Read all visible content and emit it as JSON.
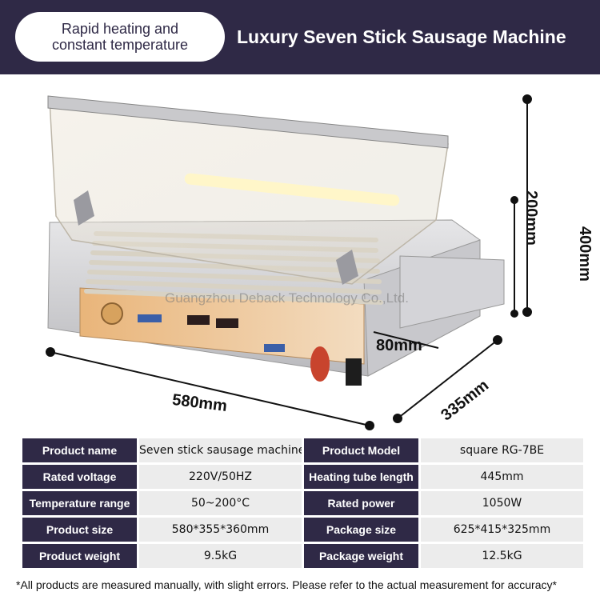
{
  "banner": {
    "tagline_line1": "Rapid heating and",
    "tagline_line2": "constant temperature",
    "title": "Luxury Seven Stick Sausage Machine"
  },
  "image": {
    "watermark": "Guangzhou Deback Technology Co.,Ltd.",
    "dimensions": {
      "width": "580mm",
      "depth": "335mm",
      "height": "400mm",
      "inner_height": "200mm",
      "drawer": "80mm"
    }
  },
  "specs": [
    {
      "label1": "Product name",
      "value1": "Seven stick sausage machine",
      "label2": "Product Model",
      "value2": "square RG-7BE"
    },
    {
      "label1": "Rated voltage",
      "value1": "220V/50HZ",
      "label2": "Heating tube length",
      "value2": "445mm"
    },
    {
      "label1": "Temperature range",
      "value1": "50~200°C",
      "label2": "Rated power",
      "value2": "1050W"
    },
    {
      "label1": "Product size",
      "value1": "580*355*360mm",
      "label2": "Package size",
      "value2": "625*415*325mm"
    },
    {
      "label1": "Product weight",
      "value1": "9.5kG",
      "label2": "Package weight",
      "value2": "12.5kG"
    }
  ],
  "footnote": "*All products are measured manually, with slight errors. Please refer to the actual measurement for accuracy*",
  "colors": {
    "banner": "#2f2946",
    "label_cell": "#2f2946",
    "value_cell": "#ececec"
  }
}
